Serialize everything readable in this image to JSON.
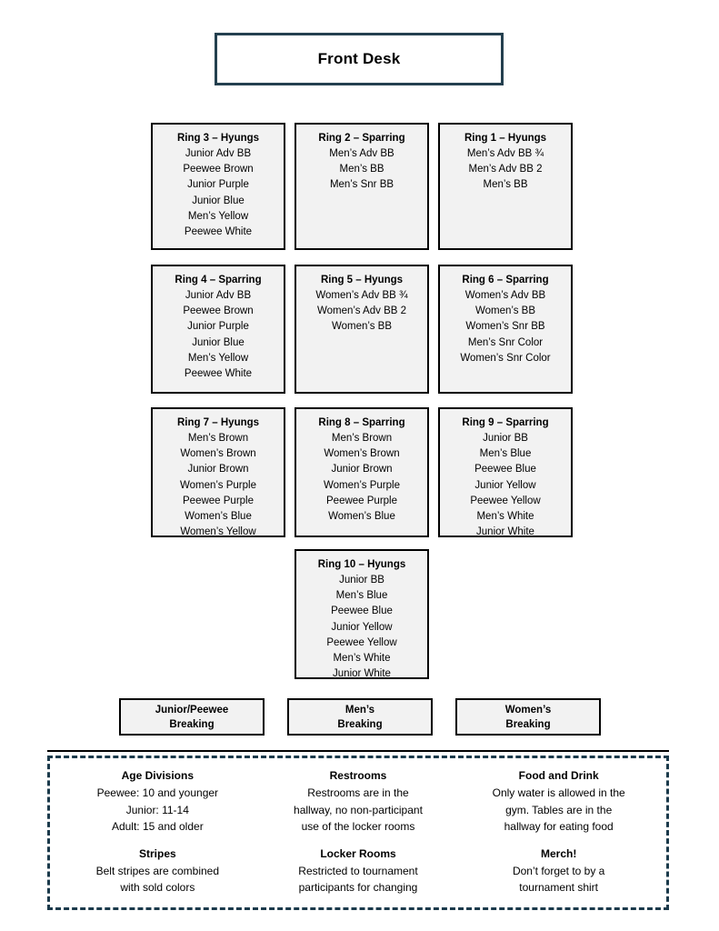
{
  "front_desk": {
    "label": "Front Desk"
  },
  "rings": [
    {
      "id": "ring-3",
      "title": "Ring 3 – Hyungs",
      "divisions": [
        "Junior Adv BB",
        "Peewee Brown",
        "Junior Purple",
        "Junior Blue",
        "Men’s Yellow",
        "Peewee White"
      ]
    },
    {
      "id": "ring-2",
      "title": "Ring 2 – Sparring",
      "divisions": [
        "Men’s Adv BB",
        "Men’s BB",
        "Men’s Snr BB"
      ]
    },
    {
      "id": "ring-1",
      "title": "Ring 1 – Hyungs",
      "divisions": [
        "Men’s Adv BB ¾",
        "Men’s Adv BB 2",
        "Men’s BB"
      ]
    },
    {
      "id": "ring-4",
      "title": "Ring 4 – Sparring",
      "divisions": [
        "Junior Adv BB",
        "Peewee Brown",
        "Junior Purple",
        "Junior Blue",
        "Men’s Yellow",
        "Peewee White"
      ]
    },
    {
      "id": "ring-5",
      "title": "Ring 5 – Hyungs",
      "divisions": [
        "Women’s Adv BB ¾",
        "Women’s Adv BB 2",
        "Women’s BB"
      ]
    },
    {
      "id": "ring-6",
      "title": "Ring 6 – Sparring",
      "divisions": [
        "Women’s Adv BB",
        "Women’s BB",
        "Women’s Snr BB",
        "Men’s Snr Color",
        "Women’s Snr Color"
      ]
    },
    {
      "id": "ring-7",
      "title": "Ring 7 – Hyungs",
      "divisions": [
        "Men’s Brown",
        "Women’s Brown",
        "Junior Brown",
        "Women’s Purple",
        "Peewee Purple",
        "Women’s Blue",
        "Women’s Yellow"
      ]
    },
    {
      "id": "ring-8",
      "title": "Ring 8 – Sparring",
      "divisions": [
        "Men’s Brown",
        "Women’s Brown",
        "Junior Brown",
        "Women’s Purple",
        "Peewee Purple",
        "Women’s Blue"
      ]
    },
    {
      "id": "ring-9",
      "title": "Ring 9 – Sparring",
      "divisions": [
        "Junior BB",
        "Men’s Blue",
        "Peewee Blue",
        "Junior Yellow",
        "Peewee Yellow",
        "Men’s White",
        "Junior White"
      ]
    },
    {
      "id": "ring-10",
      "title": "Ring 10 – Hyungs",
      "divisions": [
        "Junior BB",
        "Men’s Blue",
        "Peewee Blue",
        "Junior Yellow",
        "Peewee Yellow",
        "Men’s White",
        "Junior White"
      ]
    }
  ],
  "breaking": [
    {
      "id": "junior-peewee-breaking",
      "line1": "Junior/Peewee",
      "line2": "Breaking"
    },
    {
      "id": "mens-breaking",
      "line1": "Men’s",
      "line2": "Breaking"
    },
    {
      "id": "womens-breaking",
      "line1": "Women’s",
      "line2": "Breaking"
    }
  ],
  "info": [
    {
      "id": "age-divisions",
      "heading": "Age Divisions",
      "lines": [
        "Peewee: 10 and younger",
        "Junior: 11-14",
        "Adult: 15 and older"
      ]
    },
    {
      "id": "restrooms",
      "heading": "Restrooms",
      "lines": [
        "Restrooms are in the",
        "hallway, no non-participant",
        "use of the locker rooms"
      ]
    },
    {
      "id": "food-and-drink",
      "heading": "Food and Drink",
      "lines": [
        "Only water is allowed in the",
        "gym. Tables are in the",
        "hallway for eating food"
      ]
    },
    {
      "id": "stripes",
      "heading": "Stripes",
      "lines": [
        "Belt stripes are combined",
        "with sold colors"
      ]
    },
    {
      "id": "locker-rooms",
      "heading": "Locker Rooms",
      "lines": [
        "Restricted to tournament",
        "participants for changing"
      ]
    },
    {
      "id": "merch",
      "heading": "Merch!",
      "lines": [
        "Don’t forget to by a",
        "tournament shirt"
      ]
    }
  ],
  "colors": {
    "front_desk_border": "#24404f",
    "ring_border": "#000000",
    "ring_fill": "#f2f2f2",
    "info_border": "#1b3a4b",
    "page_background": "#ffffff"
  }
}
